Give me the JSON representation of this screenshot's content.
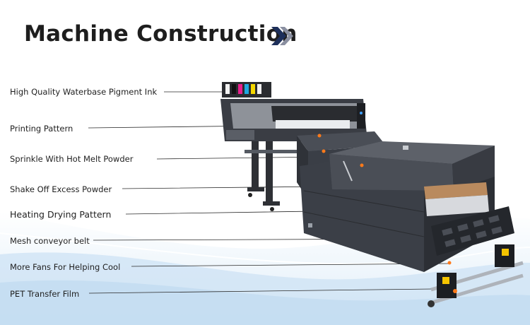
{
  "page": {
    "title": "Machine Construction",
    "colors": {
      "title": "#1e1e1e",
      "chevron_dark": "#1d2f5a",
      "chevron_light": "#8a8fa0",
      "machine_body": "#3c4048",
      "machine_panel": "#55595f",
      "conveyor_belt": "#b98a5e",
      "wave_blue": "#d7e9f7"
    }
  },
  "callouts": [
    {
      "id": "ink",
      "label": "High Quality Waterbase Pigment Ink"
    },
    {
      "id": "printing",
      "label": "Printing Pattern"
    },
    {
      "id": "powder",
      "label": "Sprinkle With Hot Melt Powder"
    },
    {
      "id": "shake",
      "label": "Shake Off Excess Powder"
    },
    {
      "id": "heating",
      "label": "Heating Drying Pattern"
    },
    {
      "id": "mesh",
      "label": "Mesh conveyor belt"
    },
    {
      "id": "fans",
      "label": "More Fans For Helping Cool"
    },
    {
      "id": "pet",
      "label": "PET Transfer Film"
    }
  ]
}
